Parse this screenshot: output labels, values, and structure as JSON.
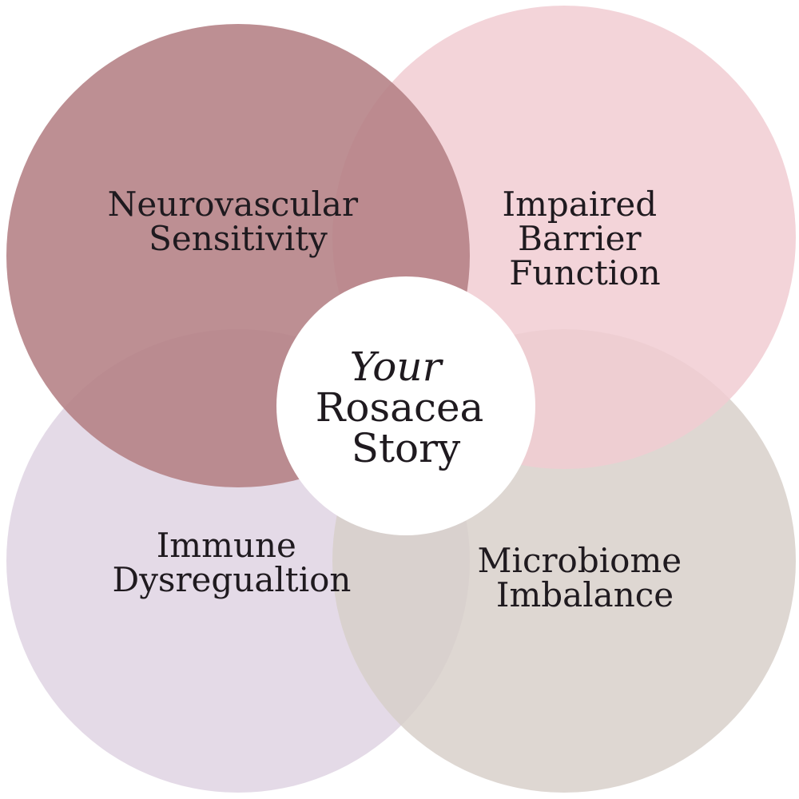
{
  "circles": [
    {
      "id": "neurovascular",
      "lines": [
        "Neurovascular",
        "Sensitivity"
      ],
      "color": "#b48084"
    },
    {
      "id": "barrier",
      "lines": [
        "Impaired",
        "Barrier",
        "Function"
      ],
      "color": "#f1cdd2"
    },
    {
      "id": "immune",
      "lines": [
        "Immune",
        "Dysregualtion"
      ],
      "color": "#ddd0e0"
    },
    {
      "id": "microbiome",
      "lines": [
        "Microbiome",
        "Imbalance"
      ],
      "color": "#d7cec8"
    }
  ],
  "center": {
    "line1": "Your",
    "line2": "Rosacea",
    "line3": "Story",
    "color": "#ffffff"
  }
}
